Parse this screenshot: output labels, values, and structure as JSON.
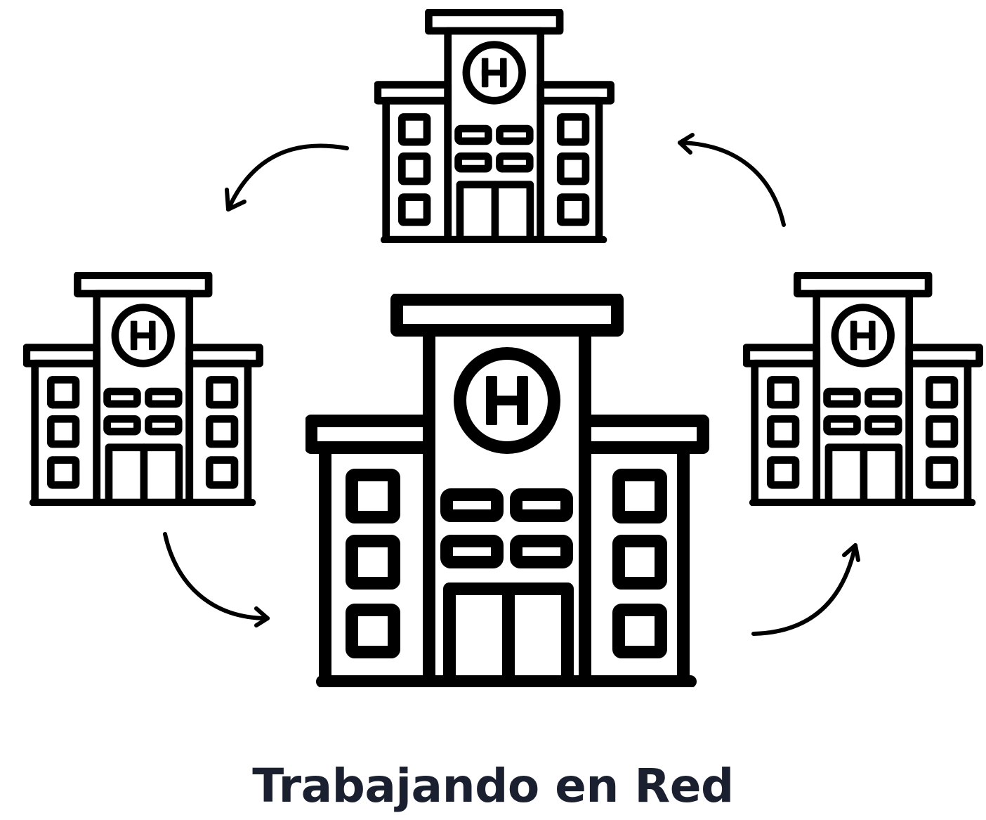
{
  "diagram": {
    "caption": "Trabajando en Red",
    "building_label": "H",
    "colors": {
      "stroke": "#000000",
      "background": "#ffffff",
      "caption": "#1b2030"
    },
    "nodes": [
      {
        "name": "hospital-building-center",
        "icon": "hospital-icon"
      },
      {
        "name": "hospital-building-top",
        "icon": "hospital-icon"
      },
      {
        "name": "hospital-building-left",
        "icon": "hospital-icon"
      },
      {
        "name": "hospital-building-right",
        "icon": "hospital-icon"
      }
    ],
    "arrows": [
      {
        "name": "arrow-top-to-left",
        "icon": "curved-arrow-icon"
      },
      {
        "name": "arrow-left-to-center",
        "icon": "curved-arrow-icon"
      },
      {
        "name": "arrow-center-to-right",
        "icon": "curved-arrow-icon"
      },
      {
        "name": "arrow-right-to-top",
        "icon": "curved-arrow-icon"
      }
    ]
  }
}
